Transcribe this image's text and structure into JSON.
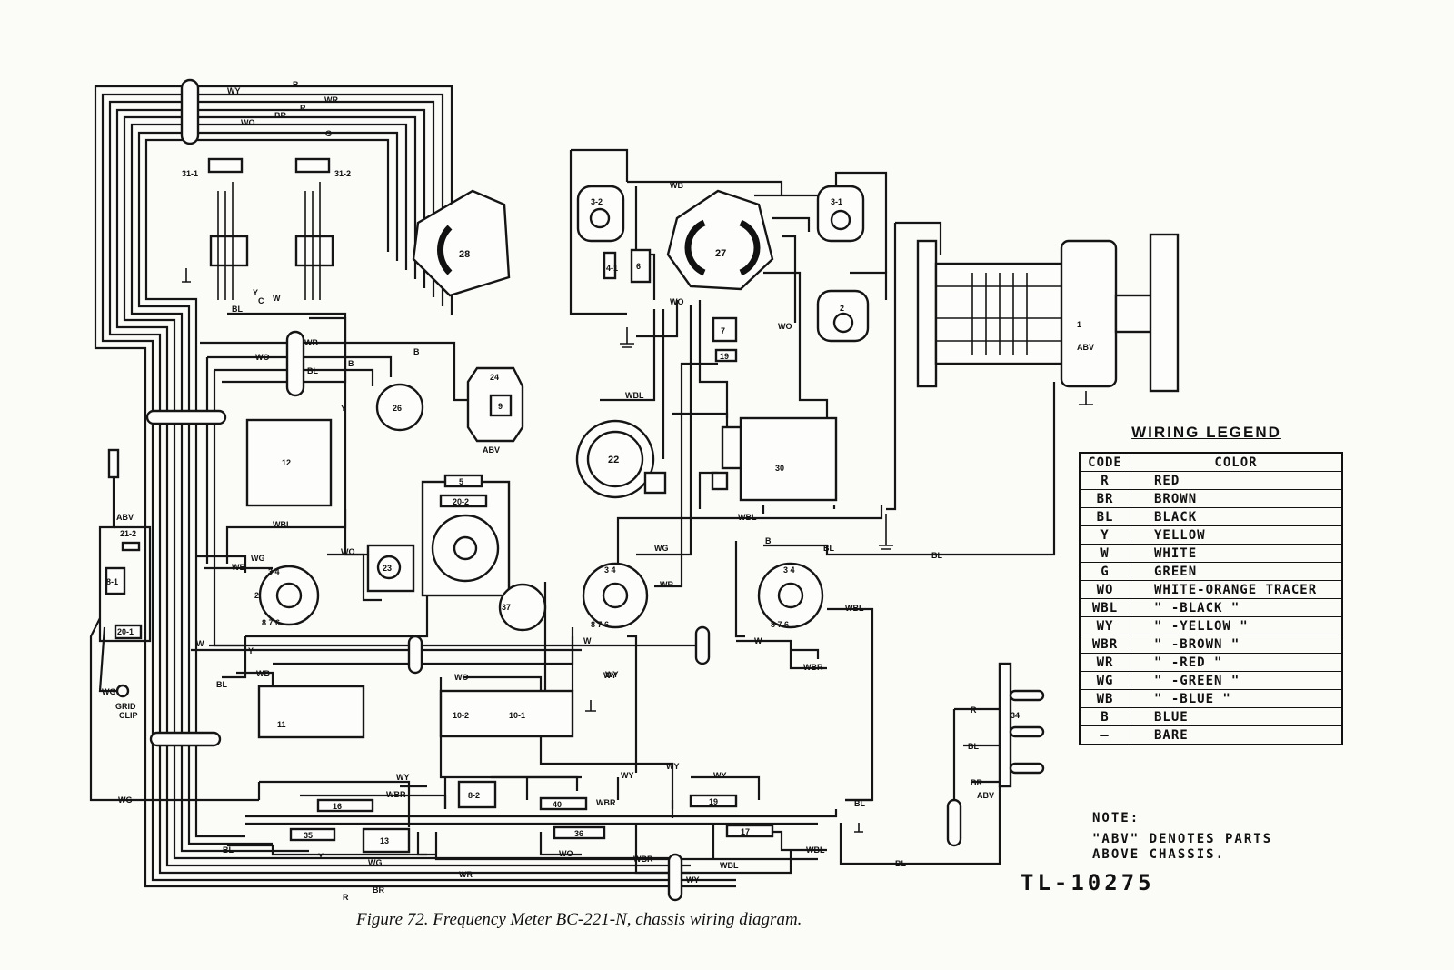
{
  "figure_caption": "Figure 72.   Frequency Meter BC-221-N, chassis wiring diagram.",
  "drawing_number": "TL-10275",
  "legend": {
    "title": "WIRING  LEGEND",
    "headers": [
      "CODE",
      "COLOR"
    ],
    "rows": [
      {
        "code": "R",
        "color": "RED"
      },
      {
        "code": "BR",
        "color": "BROWN"
      },
      {
        "code": "BL",
        "color": "BLACK"
      },
      {
        "code": "Y",
        "color": "YELLOW"
      },
      {
        "code": "W",
        "color": "WHITE"
      },
      {
        "code": "G",
        "color": "GREEN"
      },
      {
        "code": "WO",
        "color": "WHITE-ORANGE TRACER"
      },
      {
        "code": "WBL",
        "color": "\"  -BLACK      \""
      },
      {
        "code": "WY",
        "color": "\"  -YELLOW     \""
      },
      {
        "code": "WBR",
        "color": "\"  -BROWN     \""
      },
      {
        "code": "WR",
        "color": "\"  -RED       \""
      },
      {
        "code": "WG",
        "color": "\"  -GREEN     \""
      },
      {
        "code": "WB",
        "color": "\"  -BLUE      \""
      },
      {
        "code": "B",
        "color": "BLUE"
      },
      {
        "code": "—",
        "color": "BARE"
      }
    ]
  },
  "note": {
    "title": "NOTE:",
    "line1": "\"ABV\" DENOTES  PARTS",
    "line2": "ABOVE CHASSIS."
  },
  "components": {
    "c1": "1",
    "abv1": "ABV",
    "c2": "2",
    "c3_1": "3-1",
    "c3_2": "3-2",
    "c6": "6",
    "c7": "7",
    "c9": "9",
    "c11": "11",
    "c12": "12",
    "c13": "13",
    "c16": "16",
    "c17": "17",
    "c19": "19",
    "c22": "22",
    "c23": "23",
    "c24": "24",
    "abv24": "ABV",
    "c26": "26",
    "c27": "27",
    "c28": "28",
    "c30": "30",
    "c31_1": "31-1",
    "c31_2": "31-2",
    "c34": "34",
    "abv34": "ABV",
    "c36": "36",
    "c37": "37",
    "c40": "40",
    "c8_1": "8-1",
    "c8_2": "8-2",
    "c10_1": "10-1",
    "c10_2": "10-2",
    "c20_1": "20-1",
    "c20_2": "20-2",
    "c21_2": "21-2",
    "abv21": "ABV",
    "c35": "35",
    "c5": "5",
    "c4_1": "4-1",
    "grid_clip_1": "GRID",
    "grid_clip_2": "CLIP"
  },
  "wire_labels": {
    "top_wy": "WY",
    "top_b": "B",
    "top_wr": "WR",
    "top_r": "R",
    "top_br": "BR",
    "top_wo": "WO",
    "top_g": "G",
    "mid_wb": "WB",
    "mid_b": "B",
    "mid_wo": "WO",
    "mid_b2": "B",
    "mid_bl": "BL",
    "wbl_12": "WBL",
    "wg_left": "WG",
    "wb_left": "WB",
    "wo_23": "WO",
    "y_left": "Y",
    "w_left": "W",
    "bl_left": "BL",
    "wb_11": "WB",
    "wo_10": "WO",
    "wg_clip": "WG",
    "wg_bottom": "WG",
    "bl_bottom": "BL",
    "y_bottom": "Y",
    "wg_bottom2": "WG",
    "wr_bottom": "WR",
    "br_bottom": "BR",
    "r_bottom": "R",
    "wo_bottom": "WO",
    "wbr_bottom": "WBR",
    "wbl_bottom": "WBL",
    "wy_bottom": "WY",
    "wbl_b2": "WBL",
    "bl_right": "BL",
    "wy_top1": "WY",
    "wy_top2": "WY",
    "wy_top3": "WY",
    "wy_top4": "WY",
    "wbr_16": "WBR",
    "wbr_40": "WBR",
    "wb_27": "WB",
    "wo_27": "WO",
    "wbl_22": "WBL",
    "wbl_30": "WBL",
    "wg_s2": "WG",
    "wr_s2": "WR",
    "w_s2": "W",
    "wy_s2": "WY",
    "b_s3": "B",
    "bl_s3": "BL",
    "bl_long": "BL",
    "wbl_s3": "WBL",
    "wbr_s3": "WBR",
    "w_s3": "W",
    "r_34": "R",
    "bl_34": "BL",
    "br_34": "BR",
    "bl_gnd": "BL",
    "wo_v": "WO",
    "wy_v": "WY",
    "y_v": "Y",
    "y_31": "Y",
    "c_31": "C",
    "w_31": "W",
    "bl_31": "BL"
  }
}
